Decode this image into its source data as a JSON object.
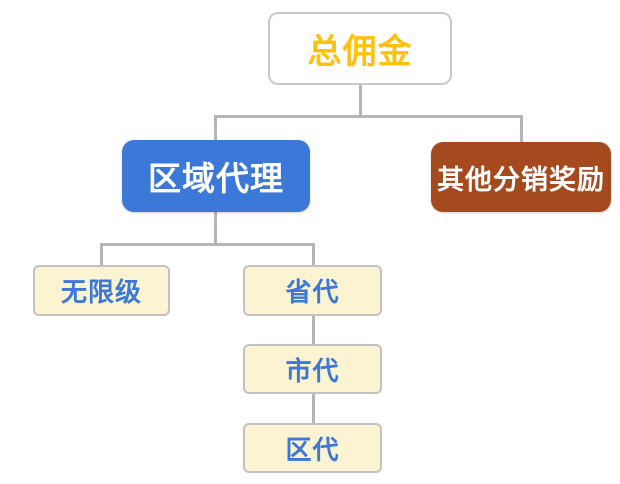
{
  "diagram": {
    "type": "org-tree",
    "background_color": "#ffffff",
    "connector_color": "#b5b5b5",
    "nodes": {
      "root": {
        "label": "总佣金",
        "fill": "#ffffff",
        "border_color": "#c9c9c9",
        "text_color": "#ffc10e"
      },
      "regional": {
        "label": "区域代理",
        "fill": "#3c78d7",
        "text_color": "#ffffff"
      },
      "other": {
        "label": "其他分销奖励",
        "fill": "#a54a1e",
        "text_color": "#ffffff"
      },
      "unlimited": {
        "label": "无限级",
        "fill": "#fbf3d1",
        "border_color": "#c2c2c2",
        "text_color": "#3c78d7"
      },
      "province": {
        "label": "省代",
        "fill": "#fbf3d1",
        "border_color": "#c2c2c2",
        "text_color": "#3c78d7"
      },
      "city": {
        "label": "市代",
        "fill": "#fbf3d1",
        "border_color": "#c2c2c2",
        "text_color": "#3c78d7"
      },
      "district": {
        "label": "区代",
        "fill": "#fbf3d1",
        "border_color": "#c2c2c2",
        "text_color": "#3c78d7"
      }
    },
    "edges": [
      [
        "总佣金",
        "区域代理"
      ],
      [
        "总佣金",
        "其他分销奖励"
      ],
      [
        "区域代理",
        "无限级"
      ],
      [
        "区域代理",
        "省代"
      ],
      [
        "省代",
        "市代"
      ],
      [
        "市代",
        "区代"
      ]
    ]
  }
}
